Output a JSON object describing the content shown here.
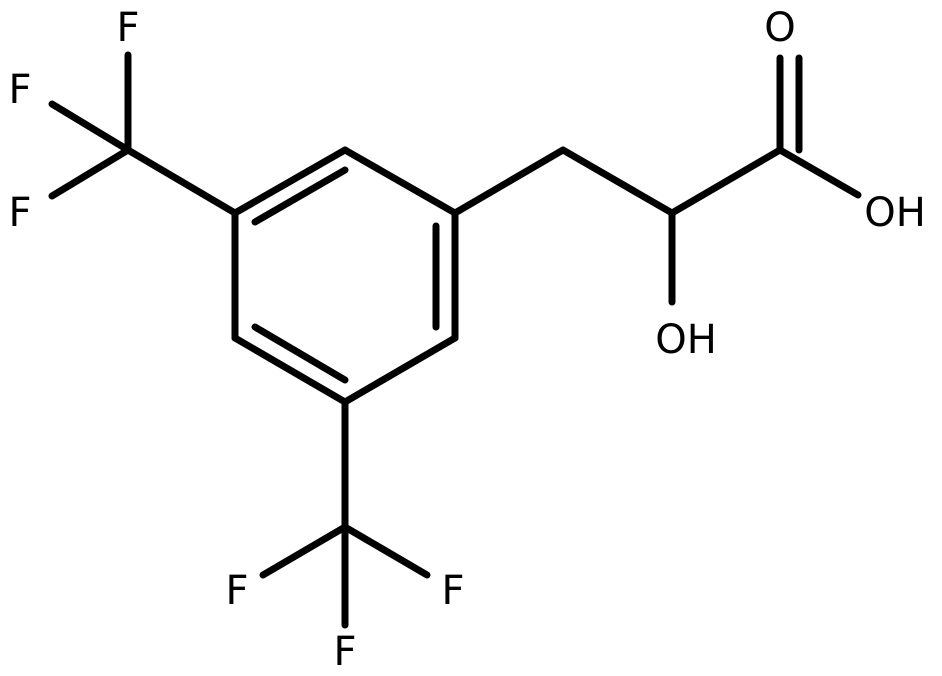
{
  "structure": {
    "atoms": {
      "f1": "F",
      "f2": "F",
      "f3": "F",
      "f4": "F",
      "f5": "F",
      "f6": "F",
      "o_carbonyl": "O",
      "oh_acid": "OH",
      "oh_alpha": "OH"
    }
  },
  "colors": {
    "line": "#000000",
    "background": "#ffffff"
  }
}
